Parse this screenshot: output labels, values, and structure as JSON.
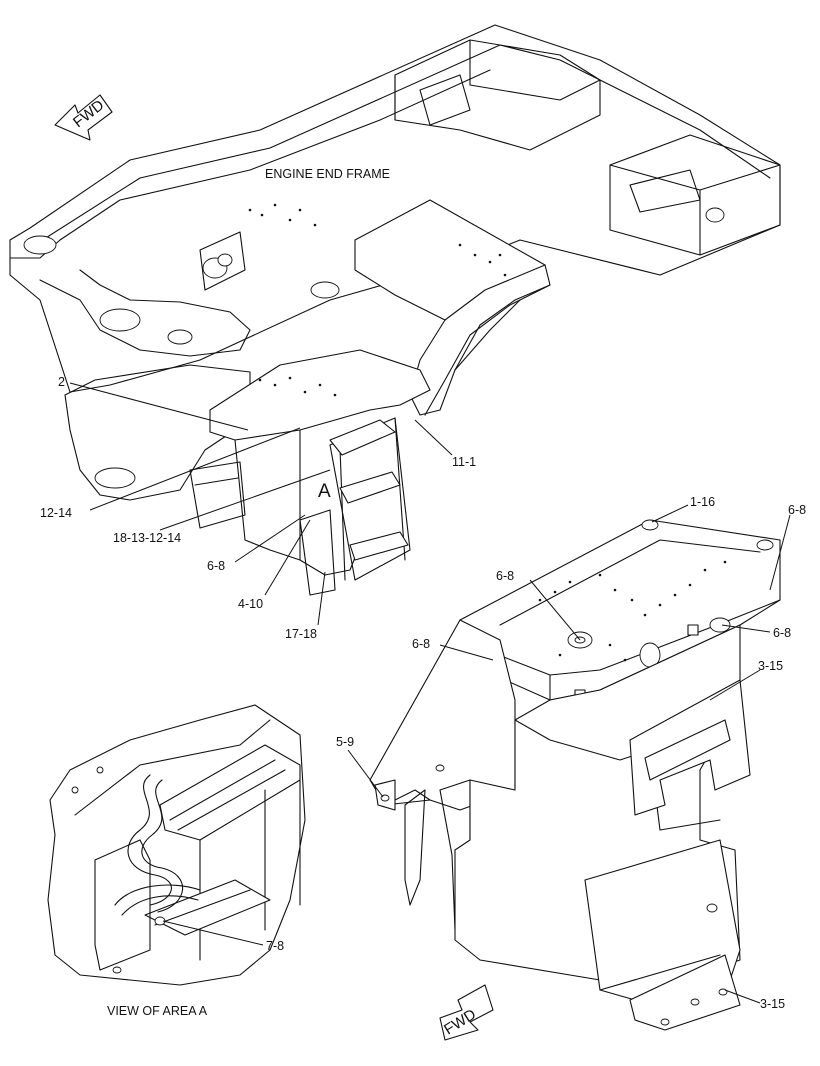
{
  "labels": {
    "engine_end_frame": "ENGINE END FRAME",
    "fwd_top": "FWD",
    "fwd_bottom": "FWD",
    "view_of_area": "VIEW OF AREA A",
    "area_marker": "A"
  },
  "callouts": {
    "c_2": "2",
    "c_12_14": "12-14",
    "c_18_13_12_14": "18-13-12-14",
    "c_6_8_left": "6-8",
    "c_4_10": "4-10",
    "c_17_18": "17-18",
    "c_11_1": "11-1",
    "c_1_16": "1-16",
    "c_6_8_topright": "6-8",
    "c_6_8_mid": "6-8",
    "c_6_8_right": "6-8",
    "c_6_8_leftmid": "6-8",
    "c_3_15_upper": "3-15",
    "c_5_9": "5-9",
    "c_7_8": "7-8",
    "c_3_15_lower": "3-15"
  }
}
